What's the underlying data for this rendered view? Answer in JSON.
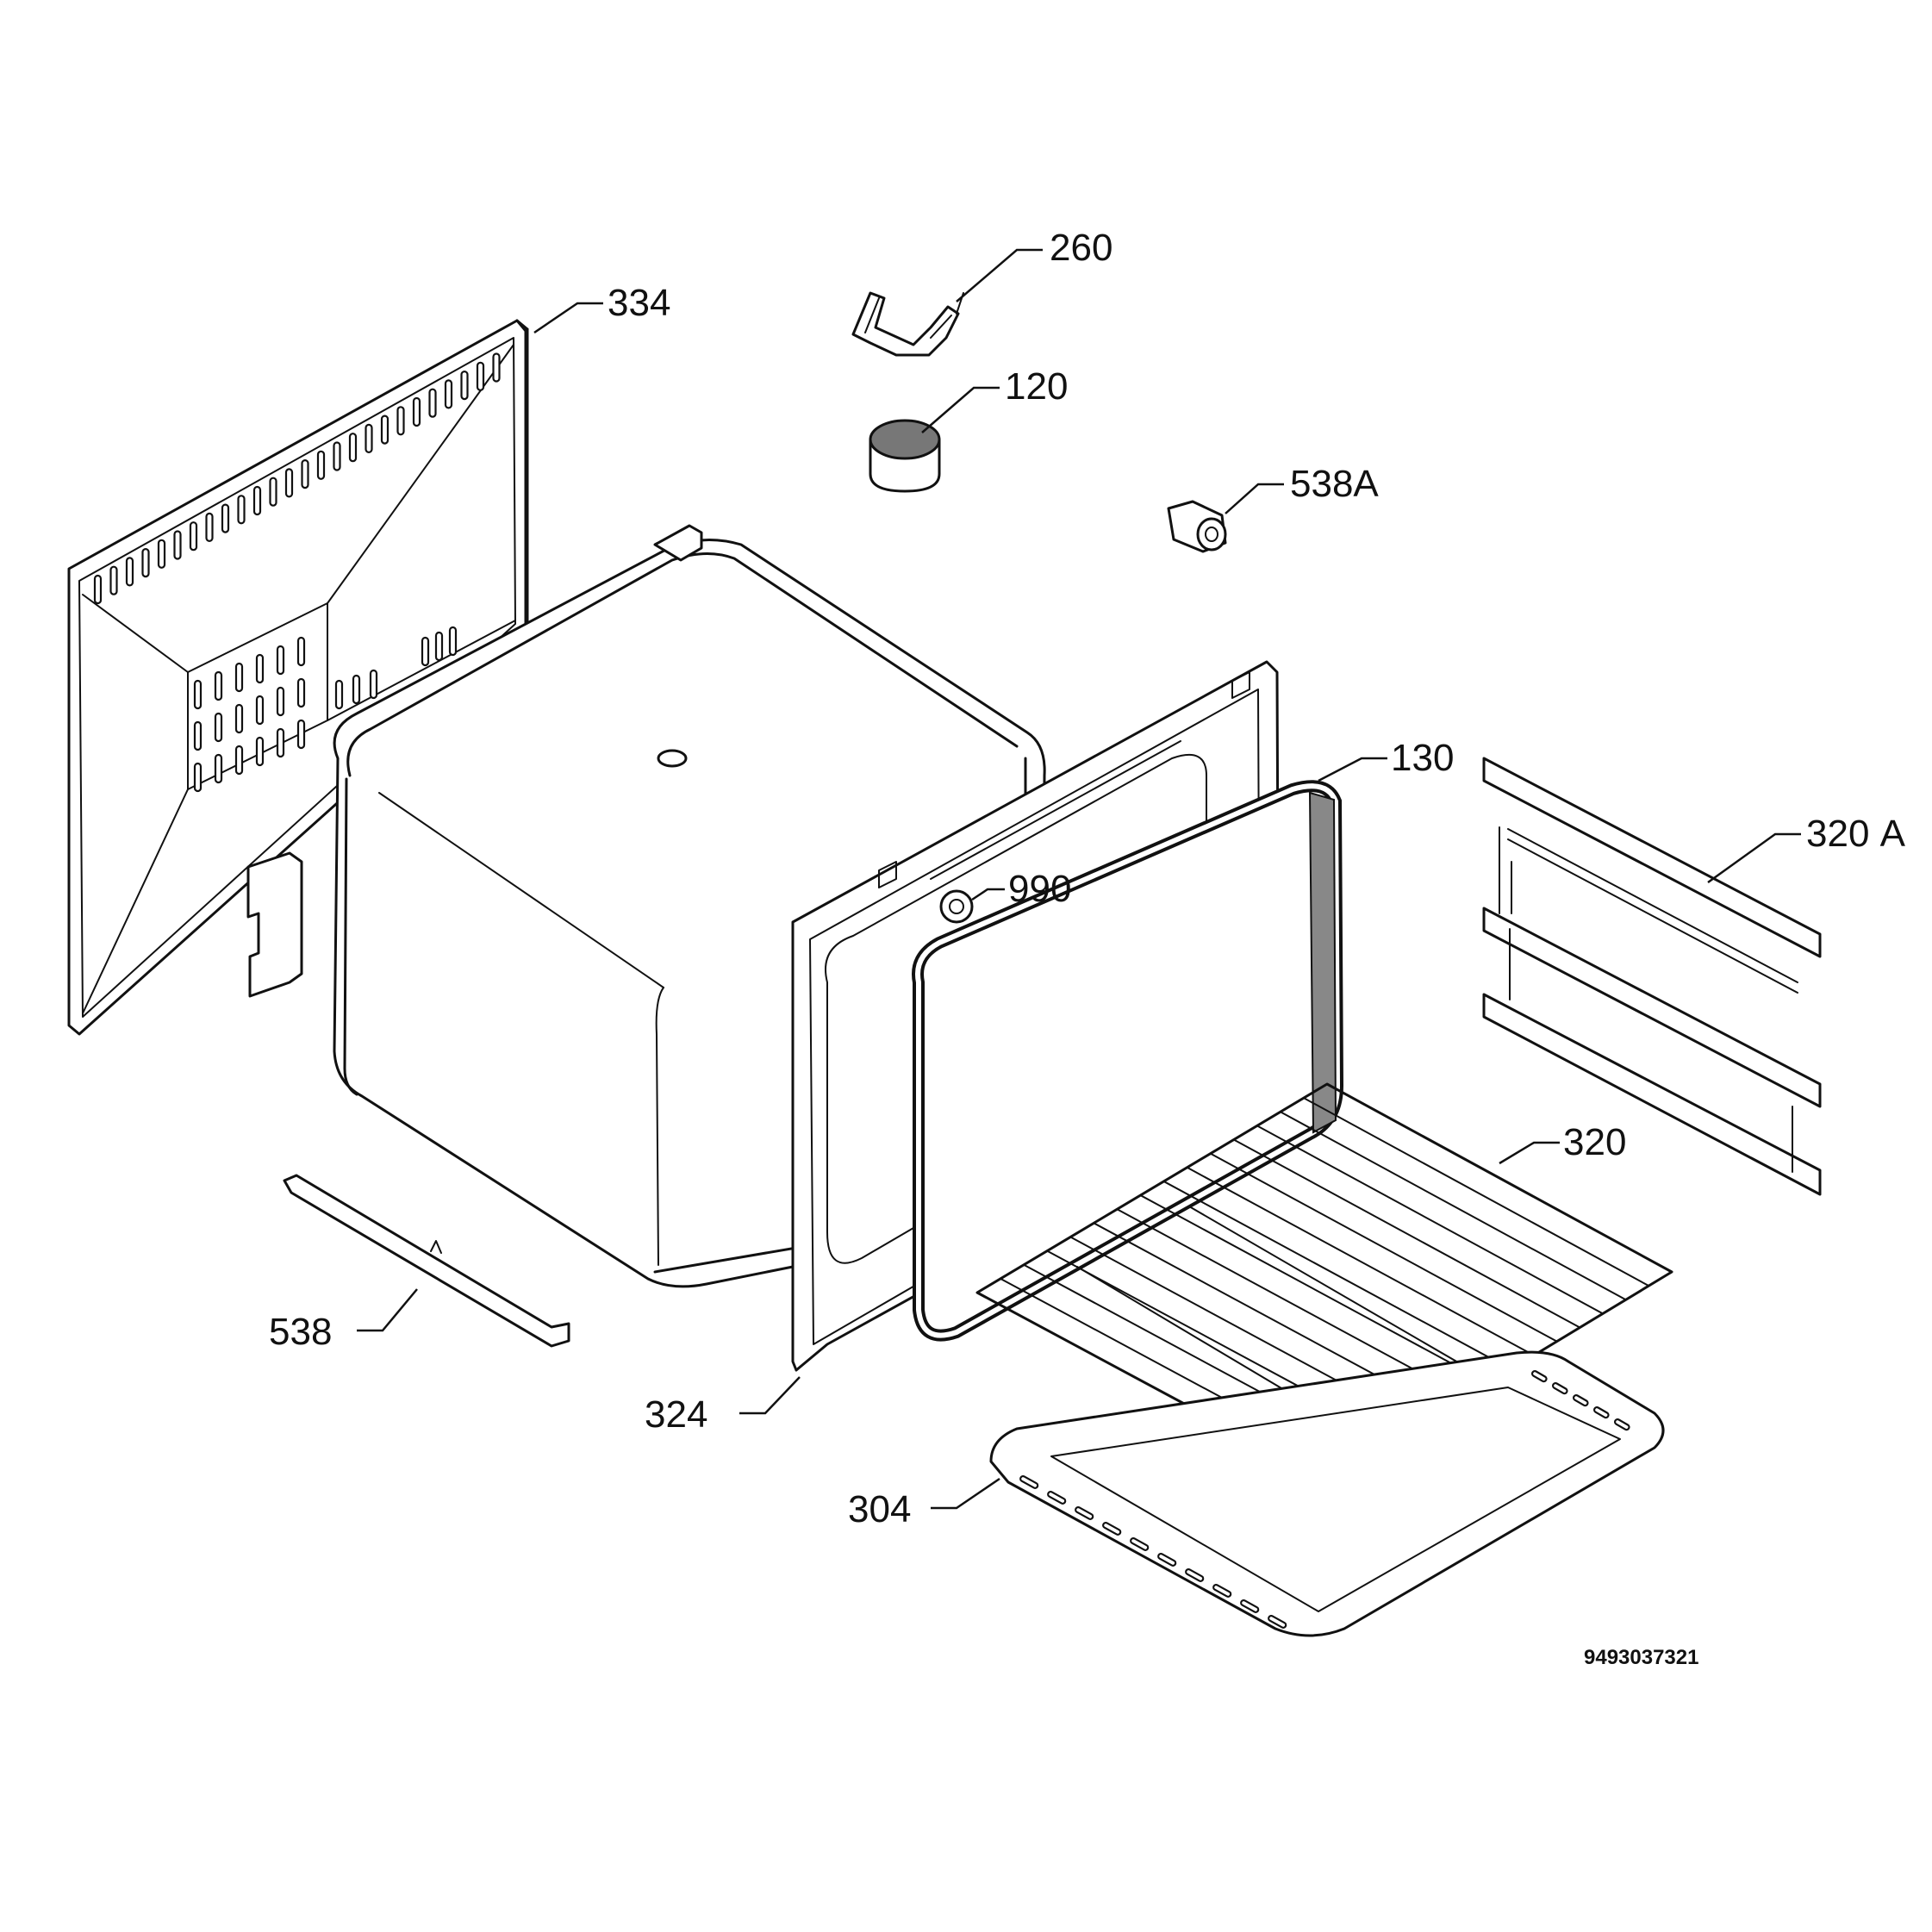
{
  "labels": {
    "p260": "260",
    "p334": "334",
    "p120": "120",
    "p538A": "538A",
    "p130": "130",
    "p320A": "320",
    "p320A_suffix": "A",
    "p990": "990",
    "p320": "320",
    "p538": "538",
    "p324": "324",
    "p304": "304"
  },
  "document_number": "9493037321",
  "colors": {
    "line": "#111111",
    "background": "#ffffff",
    "gasket": "#888888"
  }
}
